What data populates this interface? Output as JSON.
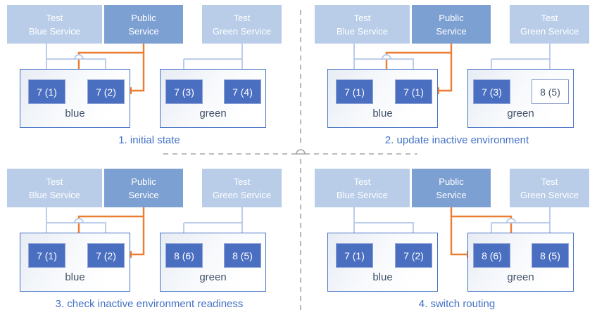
{
  "colors": {
    "accent_blue": "#4472c4",
    "pod_fill": "#4a6ec0",
    "pod_border": "#93a5d9",
    "service_light_fill": "#b9cde8",
    "service_public_fill": "#7da0d2",
    "connector_light": "#b4c7e7",
    "connector_orange": "#ed7d31",
    "divider_gray": "#a6a6a6",
    "env_label_color": "#44546a",
    "caption_color": "#4472c4"
  },
  "quadrants": [
    {
      "caption": "1. initial state",
      "public_routes_to": "blue",
      "services": [
        {
          "label": "Test\nBlue Service",
          "type": "test"
        },
        {
          "label": "Public\nService",
          "type": "public"
        },
        {
          "label": "Test\nGreen Service",
          "type": "test"
        }
      ],
      "environments": [
        {
          "label": "blue",
          "pods": [
            {
              "label": "7 (1)",
              "variant": "filled"
            },
            {
              "label": "7 (2)",
              "variant": "filled"
            }
          ]
        },
        {
          "label": "green",
          "pods": [
            {
              "label": "7 (3)",
              "variant": "filled"
            },
            {
              "label": "7 (4)",
              "variant": "filled"
            }
          ]
        }
      ]
    },
    {
      "caption": "2. update inactive environment",
      "public_routes_to": "blue",
      "services": [
        {
          "label": "Test\nBlue Service",
          "type": "test"
        },
        {
          "label": "Public\nService",
          "type": "public"
        },
        {
          "label": "Test\nGreen Service",
          "type": "test"
        }
      ],
      "environments": [
        {
          "label": "blue",
          "pods": [
            {
              "label": "7 (1)",
              "variant": "filled"
            },
            {
              "label": "7 (1)",
              "variant": "filled"
            }
          ]
        },
        {
          "label": "green",
          "pods": [
            {
              "label": "7 (3)",
              "variant": "filled"
            },
            {
              "label": "8 (5)",
              "variant": "outline"
            }
          ]
        }
      ]
    },
    {
      "caption": "3. check inactive environment readiness",
      "public_routes_to": "blue",
      "services": [
        {
          "label": "Test\nBlue Service",
          "type": "test"
        },
        {
          "label": "Public\nService",
          "type": "public"
        },
        {
          "label": "Test\nGreen Service",
          "type": "test"
        }
      ],
      "environments": [
        {
          "label": "blue",
          "pods": [
            {
              "label": "7 (1)",
              "variant": "filled"
            },
            {
              "label": "7 (2)",
              "variant": "filled"
            }
          ]
        },
        {
          "label": "green",
          "pods": [
            {
              "label": "8 (6)",
              "variant": "filled"
            },
            {
              "label": "8 (5)",
              "variant": "filled"
            }
          ]
        }
      ]
    },
    {
      "caption": "4. switch routing",
      "public_routes_to": "green",
      "services": [
        {
          "label": "Test\nBlue Service",
          "type": "test"
        },
        {
          "label": "Public\nService",
          "type": "public"
        },
        {
          "label": "Test\nGreen Service",
          "type": "test"
        }
      ],
      "environments": [
        {
          "label": "blue",
          "pods": [
            {
              "label": "7 (1)",
              "variant": "filled"
            },
            {
              "label": "7 (2)",
              "variant": "filled"
            }
          ]
        },
        {
          "label": "green",
          "pods": [
            {
              "label": "8 (6)",
              "variant": "filled"
            },
            {
              "label": "8 (5)",
              "variant": "filled"
            }
          ]
        }
      ]
    }
  ]
}
